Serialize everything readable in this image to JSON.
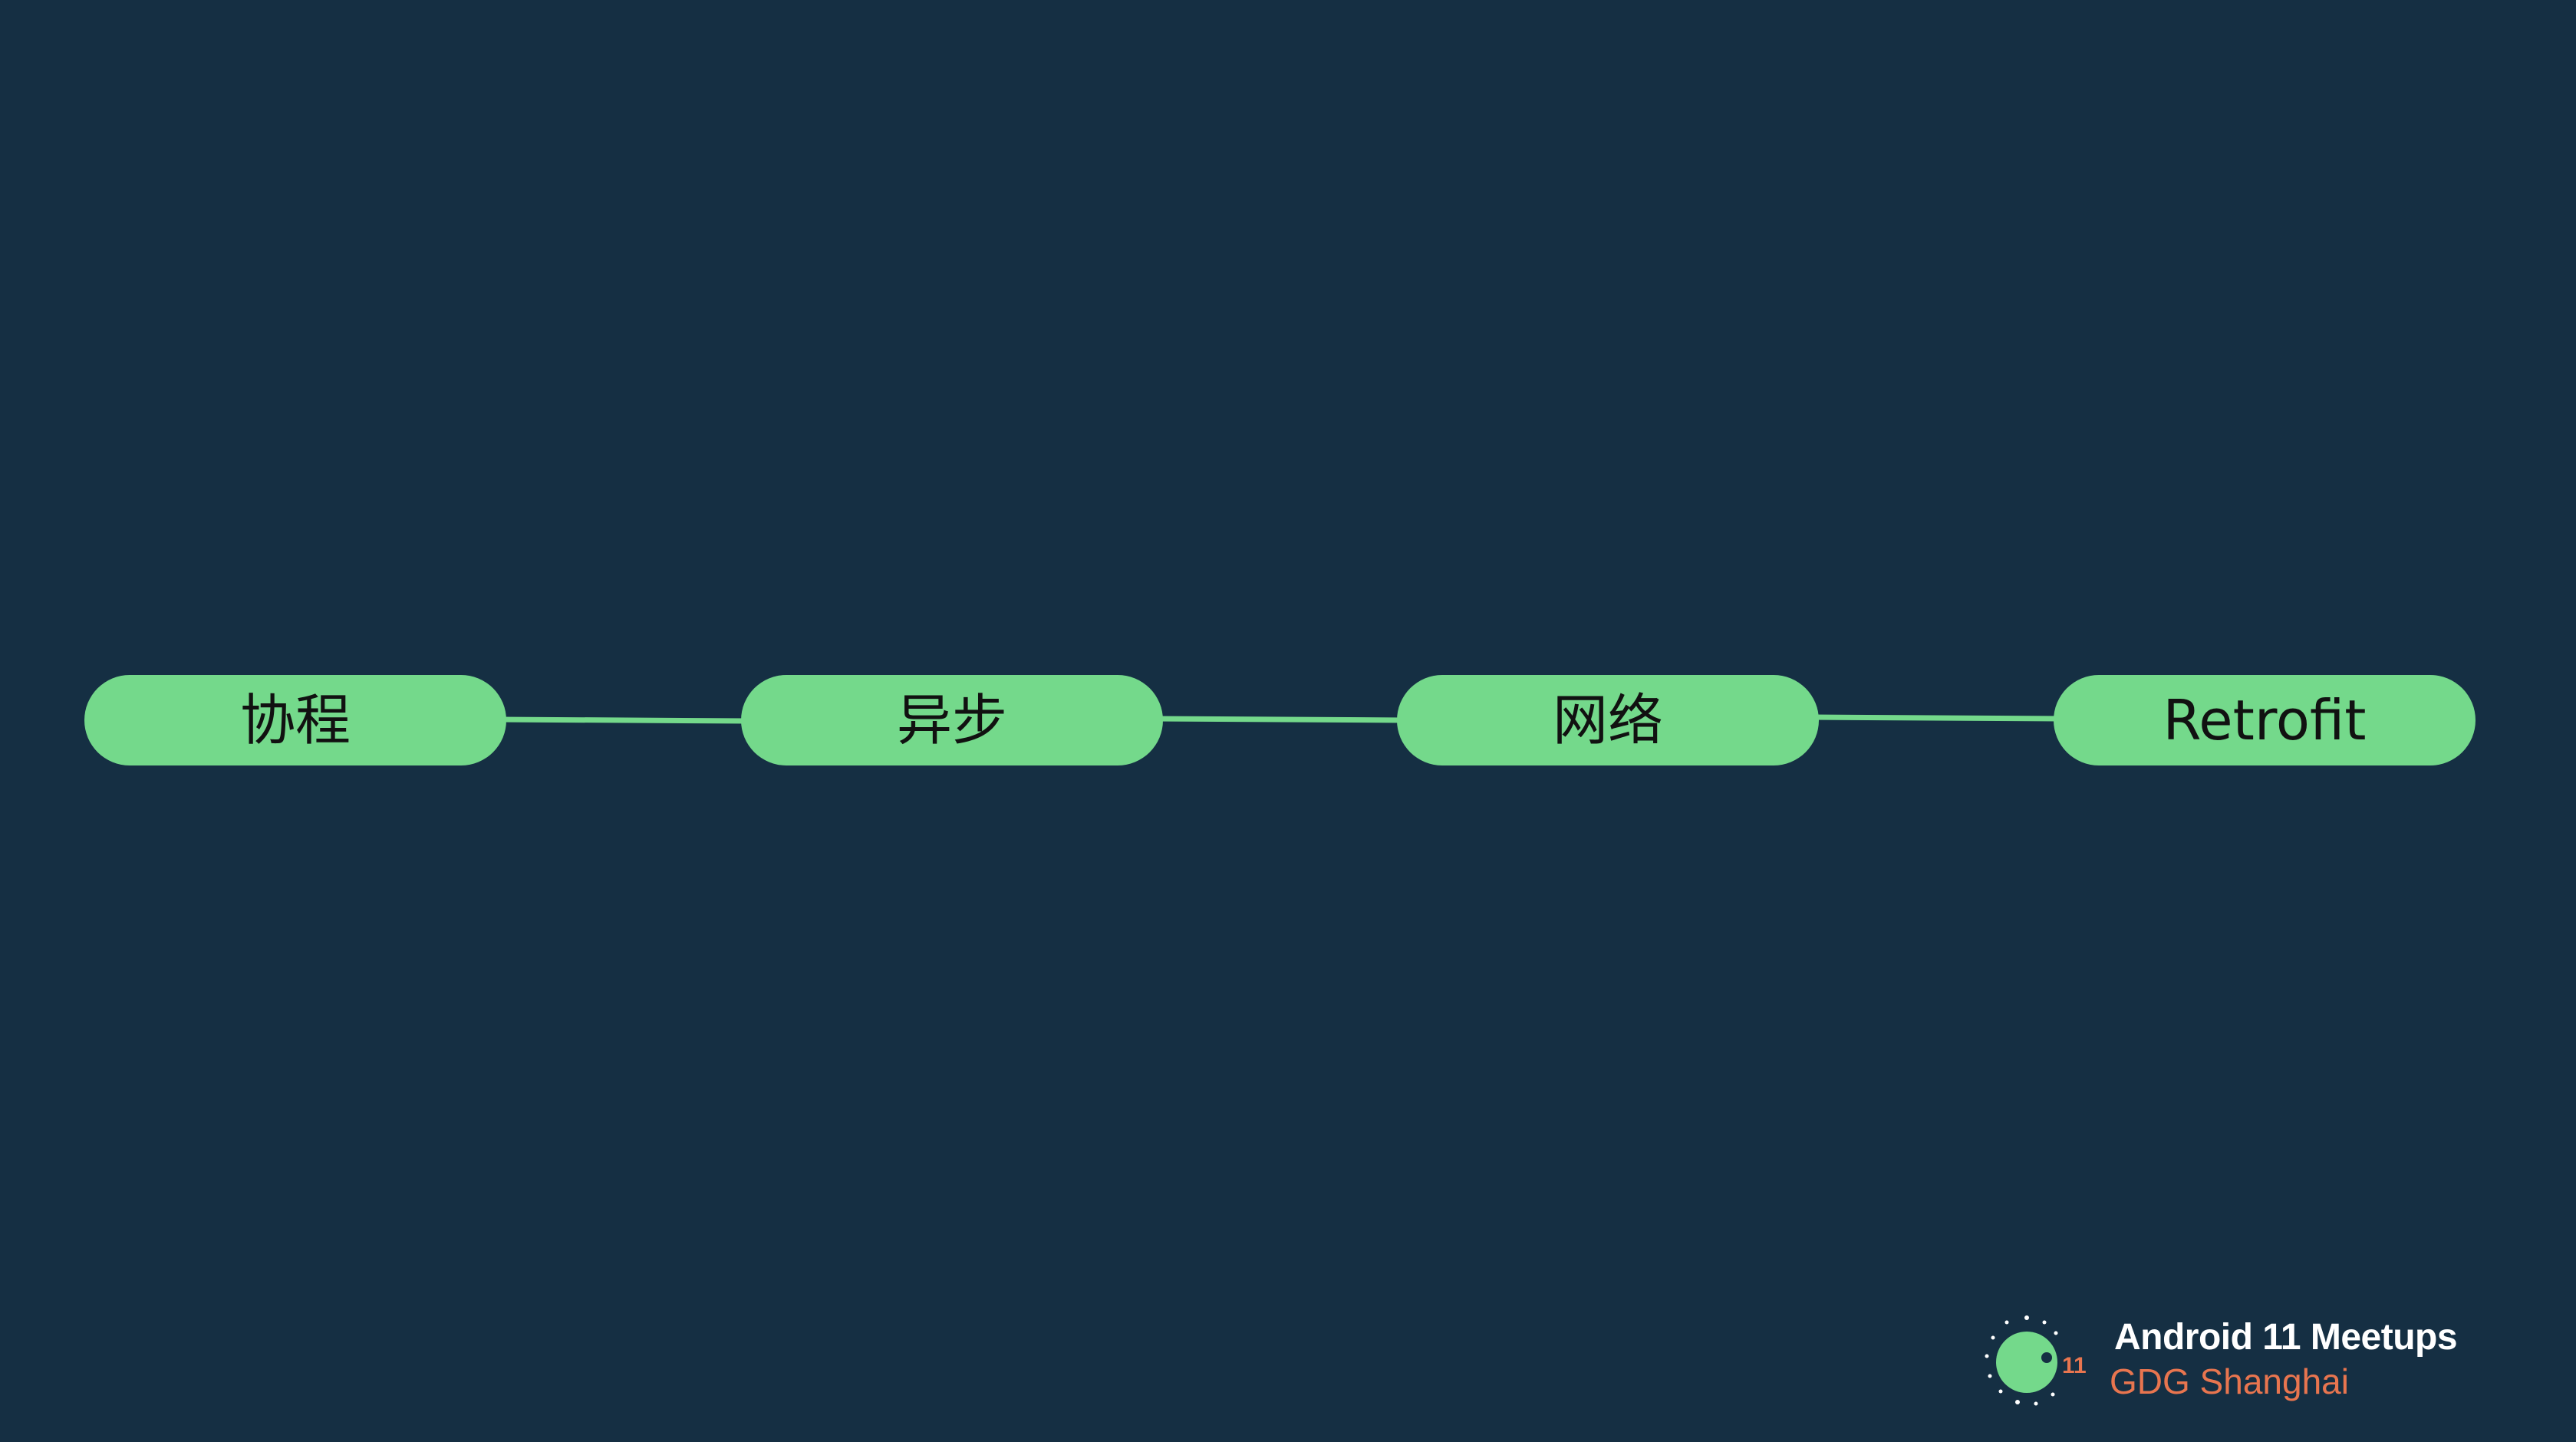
{
  "diagram": {
    "nodes": [
      {
        "label": "协程"
      },
      {
        "label": "异步"
      },
      {
        "label": "网络"
      },
      {
        "label": "Retrofit"
      }
    ],
    "edges": [
      {
        "from": "协程",
        "to": "异步"
      },
      {
        "from": "异步",
        "to": "网络"
      },
      {
        "from": "网络",
        "to": "Retrofit"
      }
    ]
  },
  "branding": {
    "title": "Android 11 Meetups",
    "subtitle": "GDG Shanghai",
    "logo_badge": "11"
  },
  "colors": {
    "background": "#152f43",
    "node_fill": "#74d98b",
    "connector": "#74d98b",
    "node_text": "#111111",
    "brand_title": "#ffffff",
    "brand_subtitle": "#e8754f"
  }
}
